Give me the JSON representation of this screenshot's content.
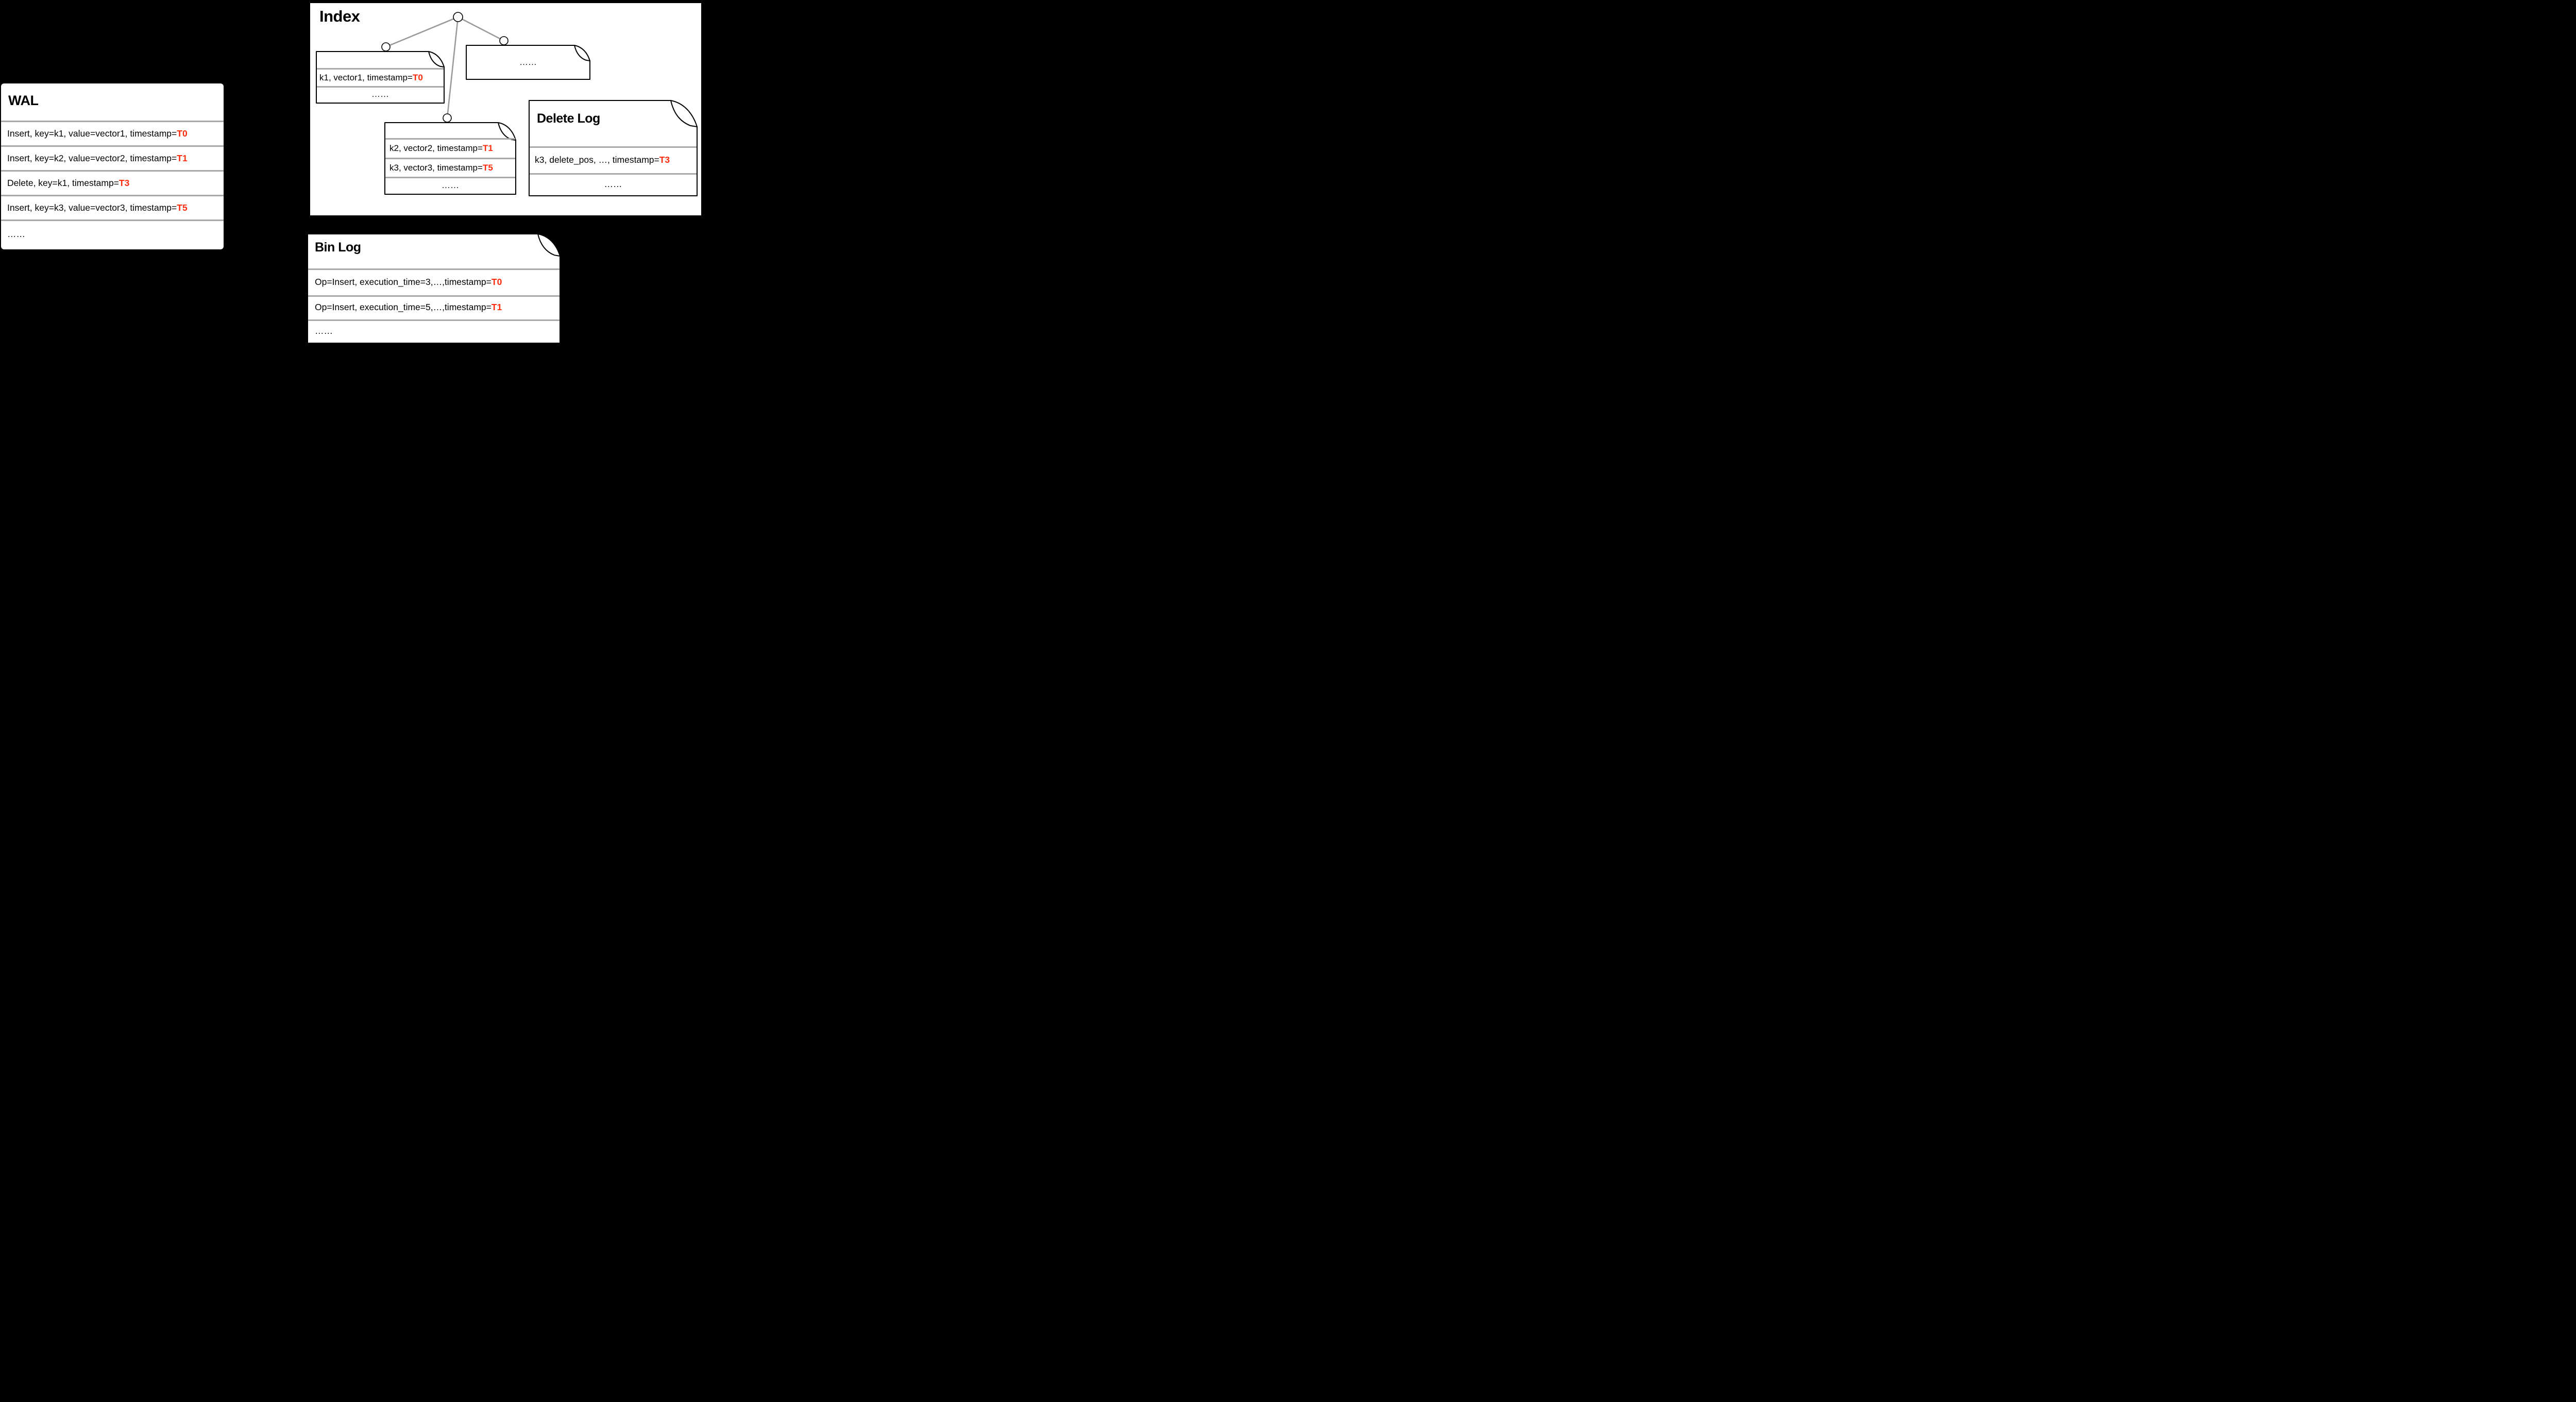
{
  "colors": {
    "background": "#000000",
    "paper": "#ffffff",
    "separator_gray": "#a9a9a9",
    "tree_line_gray": "#9a9a9a",
    "timestamp_red": "#ff2a0c",
    "text_black": "#000000"
  },
  "wal": {
    "title": "WAL",
    "rows": [
      {
        "text": "Insert, key=k1, value=vector1, timestamp=",
        "ts": "T0"
      },
      {
        "text": "Insert, key=k2, value=vector2, timestamp=",
        "ts": "T1"
      },
      {
        "text": "Delete, key=k1, timestamp=",
        "ts": "T3"
      },
      {
        "text": "Insert, key=k3, value=vector3, timestamp=",
        "ts": "T5"
      },
      {
        "text": "……"
      }
    ]
  },
  "index": {
    "title": "Index",
    "segment_k1": {
      "rows": [
        {
          "text": "k1, vector1, timestamp=",
          "ts": "T0"
        },
        {
          "text": "……"
        }
      ]
    },
    "segment_more": {
      "label": "……"
    },
    "segment_k2k3": {
      "rows": [
        {
          "text": "k2, vector2, timestamp=",
          "ts": "T1"
        },
        {
          "text": "k3, vector3, timestamp=",
          "ts": "T5"
        },
        {
          "text": "……"
        }
      ]
    },
    "delete_log": {
      "title": "Delete Log",
      "rows": [
        {
          "text": "k3, delete_pos, …, timestamp=",
          "ts": "T3"
        },
        {
          "text": "……"
        }
      ]
    }
  },
  "bin_log": {
    "title": "Bin Log",
    "rows": [
      {
        "text": "Op=Insert, execution_time=3,…,timestamp=",
        "ts": "T0"
      },
      {
        "text": "Op=Insert, execution_time=5,…,timestamp=",
        "ts": "T1"
      },
      {
        "text": "……"
      }
    ]
  }
}
